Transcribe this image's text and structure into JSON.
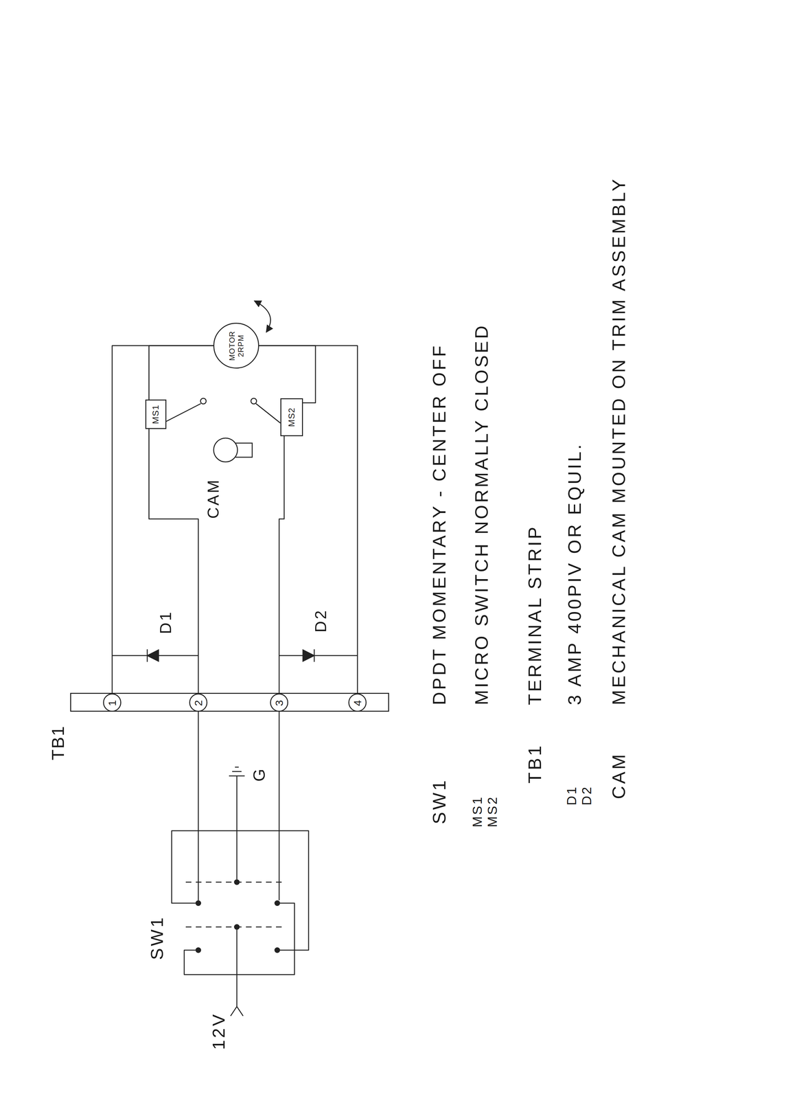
{
  "diagram": {
    "nodes": [
      {
        "text": [
          "TB1"
        ]
      },
      {
        "text": [
          "1"
        ],
        "in": 0
      },
      {
        "text": [
          "2"
        ],
        "in": 0
      },
      {
        "text": [
          "3"
        ],
        "in": 0
      },
      {
        "text": [
          "4"
        ],
        "in": 0
      },
      {
        "text": [
          "MS1"
        ]
      },
      {
        "text": [
          "MOTOR 2RPM"
        ]
      },
      {
        "text": [
          "MS2"
        ]
      }
    ],
    "edges": [
      {
        "from": 1,
        "to": 6,
        "arrow": "none"
      },
      {
        "from": 5,
        "to": 6,
        "arrow": "none"
      },
      {
        "from": 5,
        "to": 2,
        "arrow": "none"
      },
      {
        "from": 6,
        "to": 4,
        "arrow": "none"
      },
      {
        "from": 7,
        "to": 6,
        "arrow": "none"
      },
      {
        "from": 3,
        "to": 7,
        "arrow": "none"
      }
    ],
    "labels": [
      "SW1",
      "12V",
      "G",
      "D1",
      "D2",
      "CAM",
      "SW1",
      "DPDT MOMENTARY - CENTER OFF",
      "MS1",
      "MS2",
      "MICRO SWITCH NORMALLY CLOSED",
      "TB1",
      "TERMINAL STRIP",
      "D1",
      "D2",
      "3 AMP 400PIV OR EQUIL.",
      "CAM",
      "MECHANICAL CAM MOUNTED ON TRIM ASSEMBLY"
    ]
  }
}
